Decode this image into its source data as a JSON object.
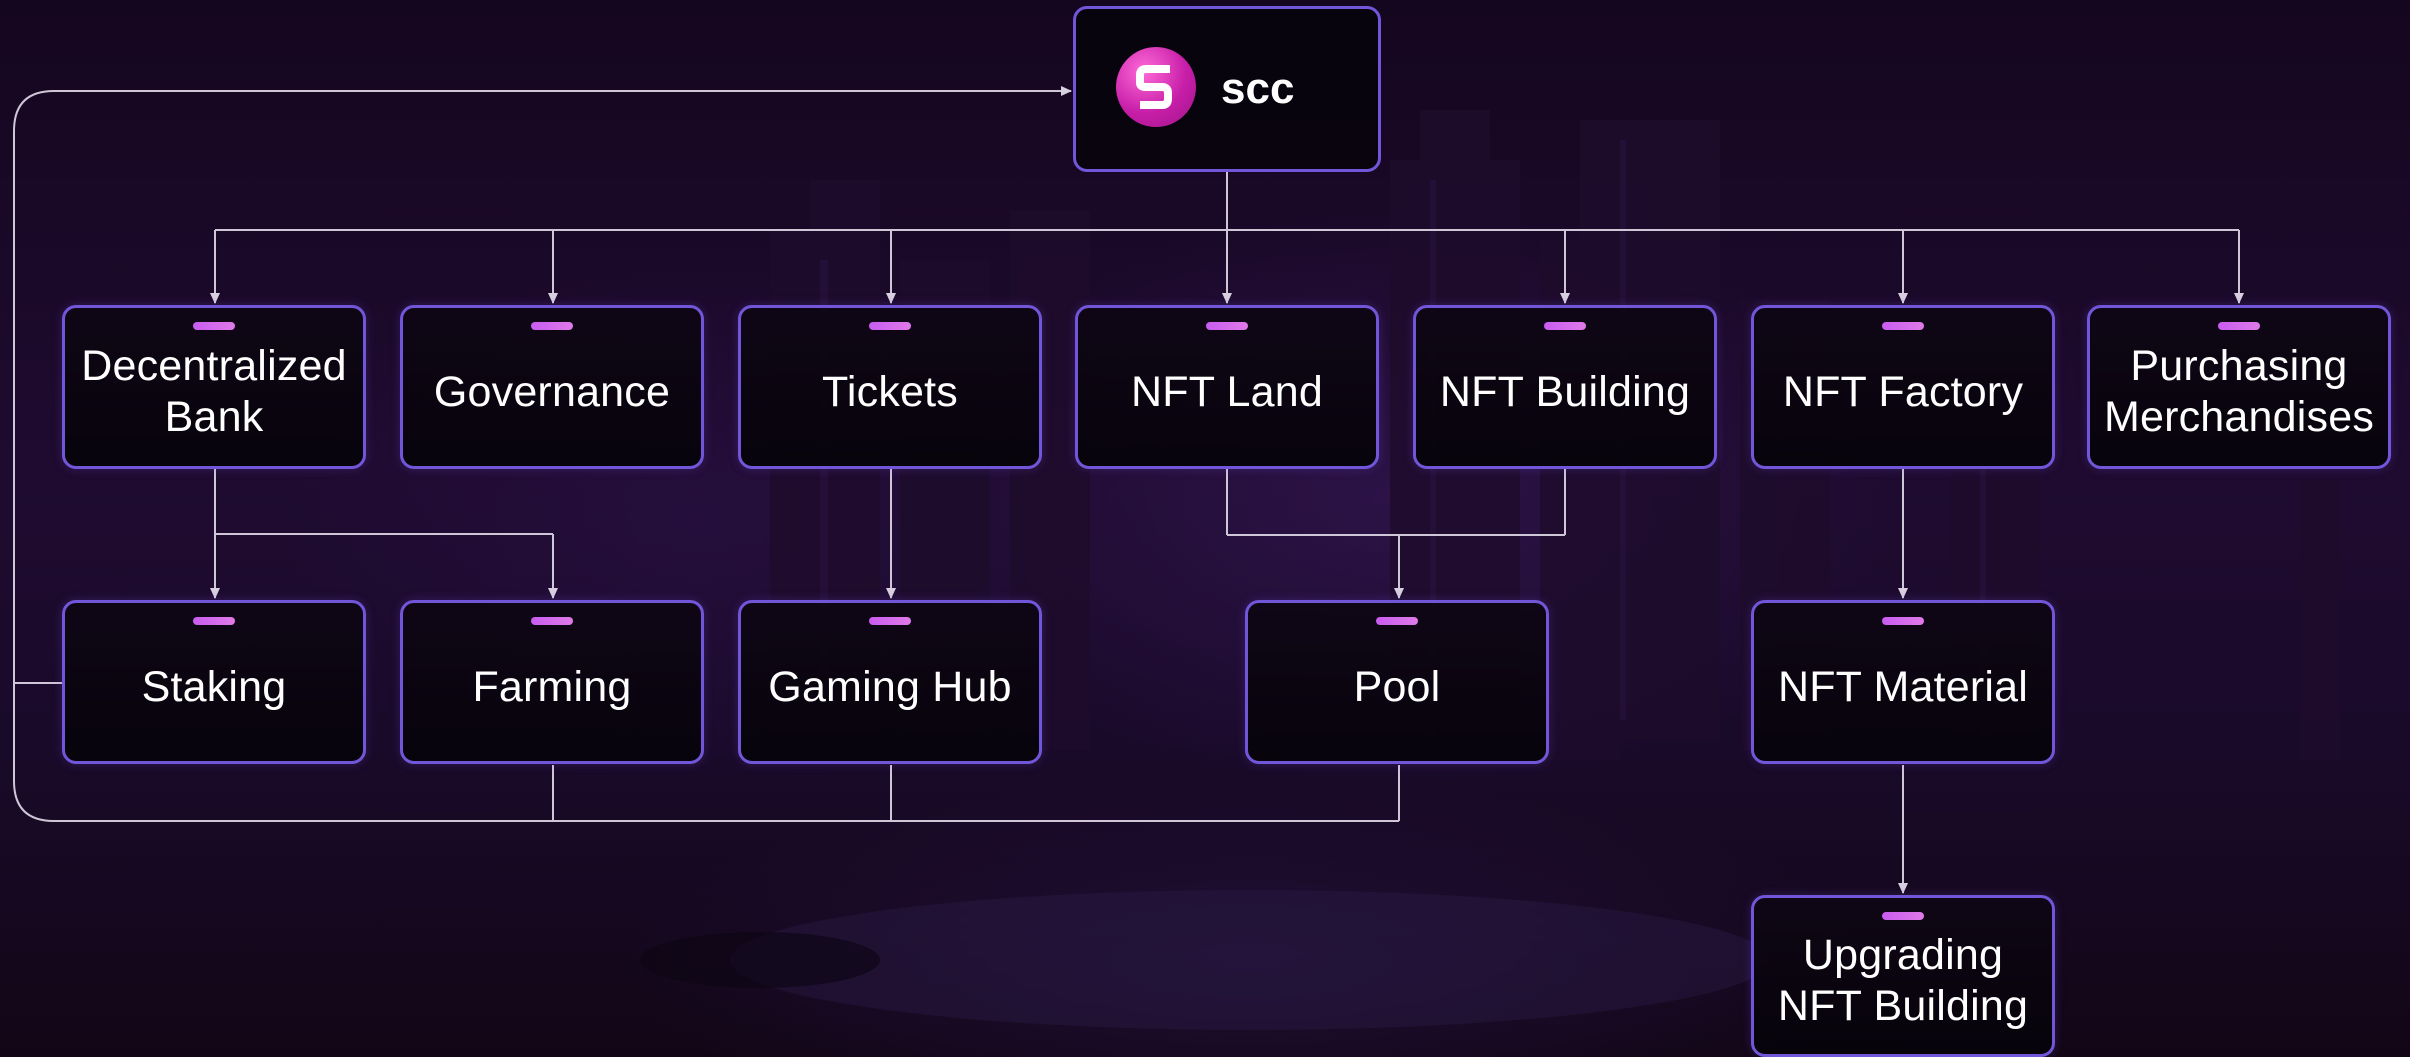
{
  "diagram": {
    "root": {
      "label": "scc",
      "icon": "scc-logo-icon"
    },
    "nodes": [
      {
        "id": "decentralized-bank",
        "label": "Decentralized\nBank"
      },
      {
        "id": "governance",
        "label": "Governance"
      },
      {
        "id": "tickets",
        "label": "Tickets"
      },
      {
        "id": "nft-land",
        "label": "NFT Land"
      },
      {
        "id": "nft-building",
        "label": "NFT Building"
      },
      {
        "id": "nft-factory",
        "label": "NFT Factory"
      },
      {
        "id": "purchasing-merchandises",
        "label": "Purchasing\nMerchandises"
      },
      {
        "id": "staking",
        "label": "Staking"
      },
      {
        "id": "farming",
        "label": "Farming"
      },
      {
        "id": "gaming-hub",
        "label": "Gaming Hub"
      },
      {
        "id": "pool",
        "label": "Pool"
      },
      {
        "id": "nft-material",
        "label": "NFT Material"
      },
      {
        "id": "upgrading-nft-building",
        "label": "Upgrading\nNFT Building"
      }
    ],
    "edges": [
      [
        "scc",
        "decentralized-bank"
      ],
      [
        "scc",
        "governance"
      ],
      [
        "scc",
        "tickets"
      ],
      [
        "scc",
        "nft-land"
      ],
      [
        "scc",
        "nft-building"
      ],
      [
        "scc",
        "nft-factory"
      ],
      [
        "scc",
        "purchasing-merchandises"
      ],
      [
        "decentralized-bank",
        "staking"
      ],
      [
        "decentralized-bank",
        "farming"
      ],
      [
        "tickets",
        "gaming-hub"
      ],
      [
        "nft-land",
        "pool"
      ],
      [
        "nft-building",
        "pool"
      ],
      [
        "nft-factory",
        "nft-material"
      ],
      [
        "nft-material",
        "upgrading-nft-building"
      ],
      [
        "staking",
        "scc"
      ],
      [
        "farming",
        "scc"
      ],
      [
        "gaming-hub",
        "scc"
      ],
      [
        "pool",
        "scc"
      ]
    ],
    "colors": {
      "node_border": "#7256d9",
      "node_fill": "#07030b",
      "accent_pill": "#d36aec",
      "connector": "#cfc6d8",
      "logo": "#d12ab2",
      "background": "#1a0a2a"
    }
  }
}
